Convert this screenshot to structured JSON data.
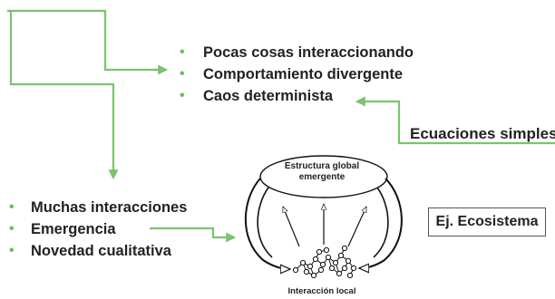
{
  "top_list": [
    "Pocas cosas interaccionando",
    "Comportamiento divergente",
    "Caos determinista"
  ],
  "bottom_list": [
    "Muchas interacciones",
    "Emergencia",
    "Novedad cualitativa"
  ],
  "simple_label": "Ecuaciones simples",
  "example_label": "Ej. Ecosistema",
  "global_structure_label": "Estructura global emergente",
  "local_interaction_label": "Interacción local",
  "colors": {
    "arrow_green": "#7cc26f",
    "bullet_green": "#6cbf5d",
    "diagram_black": "#111111"
  },
  "bullet_glyph": "•"
}
